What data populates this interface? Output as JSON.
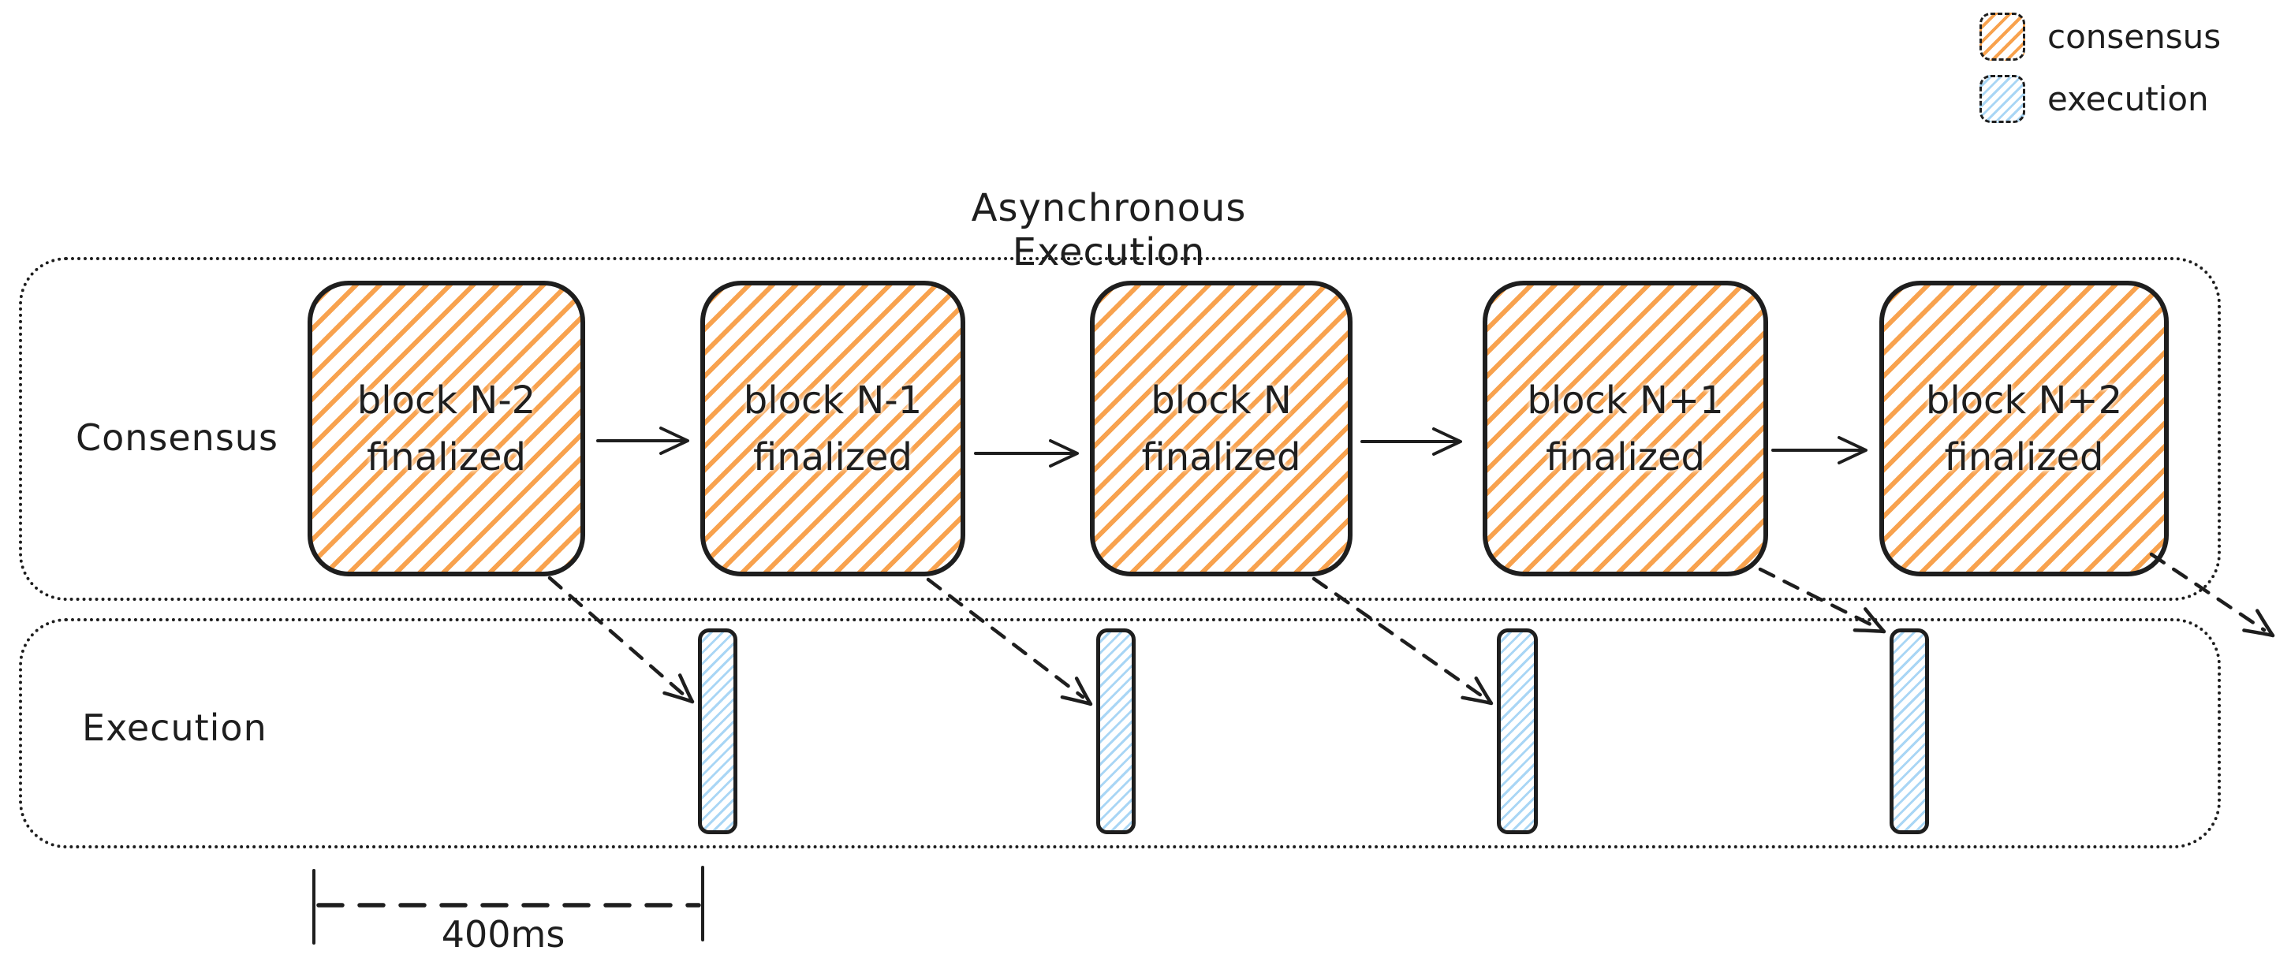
{
  "title": "Asynchronous Execution",
  "legend": {
    "items": [
      {
        "label": "consensus",
        "swatch_icon": "orange-hatch-swatch",
        "color": "#f8a24e"
      },
      {
        "label": "execution",
        "swatch_icon": "blue-hatch-swatch",
        "color": "#a9d6f5"
      }
    ]
  },
  "lanes": [
    {
      "label": "Consensus"
    },
    {
      "label": "Execution"
    }
  ],
  "blocks": [
    {
      "line1": "block N-2",
      "line2": "finalized"
    },
    {
      "line1": "block N-1",
      "line2": "finalized"
    },
    {
      "line1": "block N",
      "line2": "finalized"
    },
    {
      "line1": "block N+1",
      "line2": "finalized"
    },
    {
      "line1": "block N+2",
      "line2": "finalized"
    }
  ],
  "execution_bars": {
    "count": 4
  },
  "measurement": {
    "label": "400ms"
  },
  "icons": {
    "flow_arrow": "→",
    "handoff_arrow": "⇢"
  },
  "colors": {
    "stroke": "#1e1e1e",
    "consensus_fill": "#f8a24e",
    "execution_fill": "#a9d6f5",
    "text": "#1e1e1e",
    "background": "#ffffff"
  }
}
